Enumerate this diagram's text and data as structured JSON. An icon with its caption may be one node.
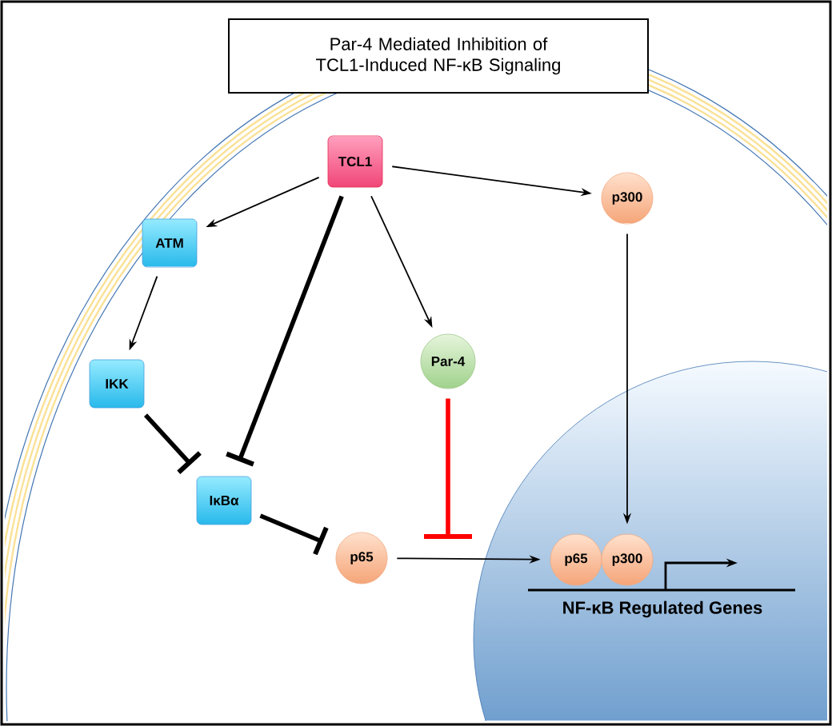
{
  "diagram": {
    "title": "Par-4 Mediated Inhibition of TCL1-Induced NF-κB Signaling",
    "nodes": [
      {
        "text": [
          "TCL1"
        ]
      },
      {
        "text": [
          "ATM"
        ]
      },
      {
        "text": [
          "IKK"
        ]
      },
      {
        "text": [
          "IκBα"
        ]
      },
      {
        "text": [
          "p300"
        ]
      },
      {
        "text": [
          "Par-4"
        ]
      },
      {
        "text": [
          "p65"
        ]
      },
      {
        "text": [
          "p65"
        ]
      },
      {
        "text": [
          "p300"
        ]
      }
    ],
    "edges": [
      {
        "from": 0,
        "to": 1,
        "arrow": "to"
      },
      {
        "from": 0,
        "to": 4,
        "arrow": "to"
      },
      {
        "from": 0,
        "to": 5,
        "arrow": "to"
      },
      {
        "from": 0,
        "to": 3,
        "arrow": "other",
        "style": "thick"
      },
      {
        "from": 1,
        "to": 2,
        "arrow": "to"
      },
      {
        "from": 2,
        "to": 3,
        "arrow": "other",
        "style": "thick"
      },
      {
        "from": 3,
        "to": 6,
        "arrow": "other",
        "style": "thick"
      },
      {
        "from": 6,
        "to": 7,
        "arrow": "to"
      },
      {
        "from": 4,
        "to": 8,
        "arrow": "to"
      },
      {
        "from": 5,
        "to": null,
        "arrow": "other",
        "style": "thick",
        "color": "#ff0000"
      }
    ],
    "labels": [
      "NF-κB Regulated Genes"
    ]
  }
}
